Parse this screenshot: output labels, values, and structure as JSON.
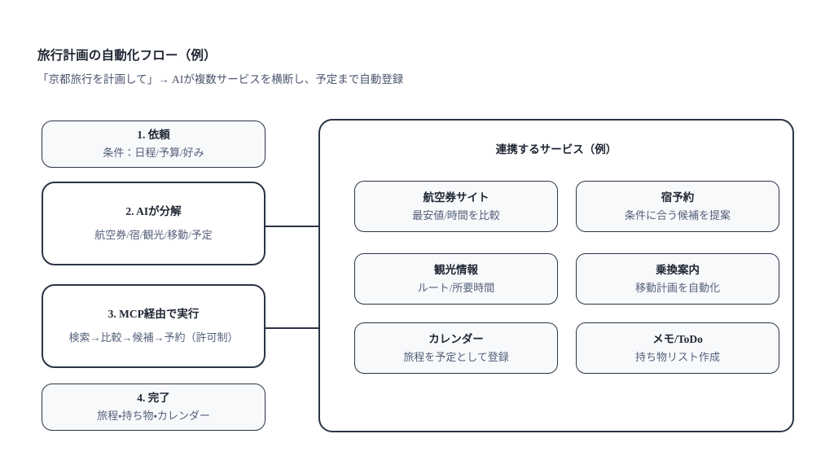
{
  "header": {
    "title": "旅行計画の自動化フロー（例）",
    "subtitle": "「京都旅行を計画して」→ AIが複数サービスを横断し、予定まで自動登録"
  },
  "flow": {
    "steps": [
      {
        "title": "1. 依頼",
        "sub": "条件：日程/予算/好み",
        "emphasis": false
      },
      {
        "title": "2. AIが分解",
        "sub": "航空券/宿/観光/移動/予定",
        "emphasis": true
      },
      {
        "title": "3. MCP経由で実行",
        "sub": "検索→比較→候補→予約（許可制）",
        "emphasis": true
      },
      {
        "title": "4. 完了",
        "sub": "旅程・持ち物・カレンダー",
        "emphasis": false
      }
    ]
  },
  "services_panel": {
    "title": "連携するサービス（例）",
    "cards": [
      {
        "title": "航空券サイト",
        "sub": "最安値/時間を比較"
      },
      {
        "title": "宿予約",
        "sub": "条件に合う候補を提案"
      },
      {
        "title": "観光情報",
        "sub": "ルート/所要時間"
      },
      {
        "title": "乗換案内",
        "sub": "移動計画を自動化"
      },
      {
        "title": "カレンダー",
        "sub": "旅程を予定として登録"
      },
      {
        "title": "メモ/ToDo",
        "sub": "持ち物リスト作成"
      }
    ]
  },
  "colors": {
    "background": "#ffffff",
    "stroke": "#2b3445",
    "box_fill": "#f7f9fb",
    "text_primary": "#1f2633",
    "text_secondary": "#55607a"
  }
}
